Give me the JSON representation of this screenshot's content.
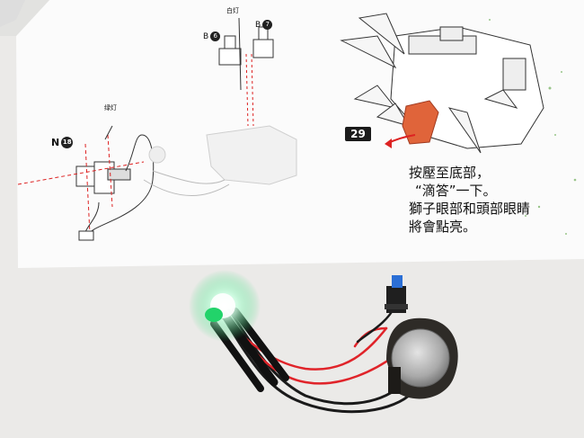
{
  "diagram": {
    "labels": {
      "white_light": "白灯",
      "green_light": "绿灯",
      "part_b_left": "B",
      "part_b_left_num": "6",
      "part_b_right": "B",
      "part_b_right_num": "7",
      "part_n": "N",
      "part_n_num": "18"
    },
    "step_number": "29",
    "instruction_lines": [
      "按壓至底部，",
      "“滴答”一下。",
      "獅子眼部和頭部眼睛",
      "將會點亮。"
    ]
  },
  "colors": {
    "paper": "#fbfbfb",
    "desk": "#ecebe9",
    "accent_orange": "#e0643a",
    "wire_red": "#e0242a",
    "wire_black": "#1a1a1a",
    "led_green": "#22d36a",
    "switch_blue": "#2b6fd6"
  }
}
